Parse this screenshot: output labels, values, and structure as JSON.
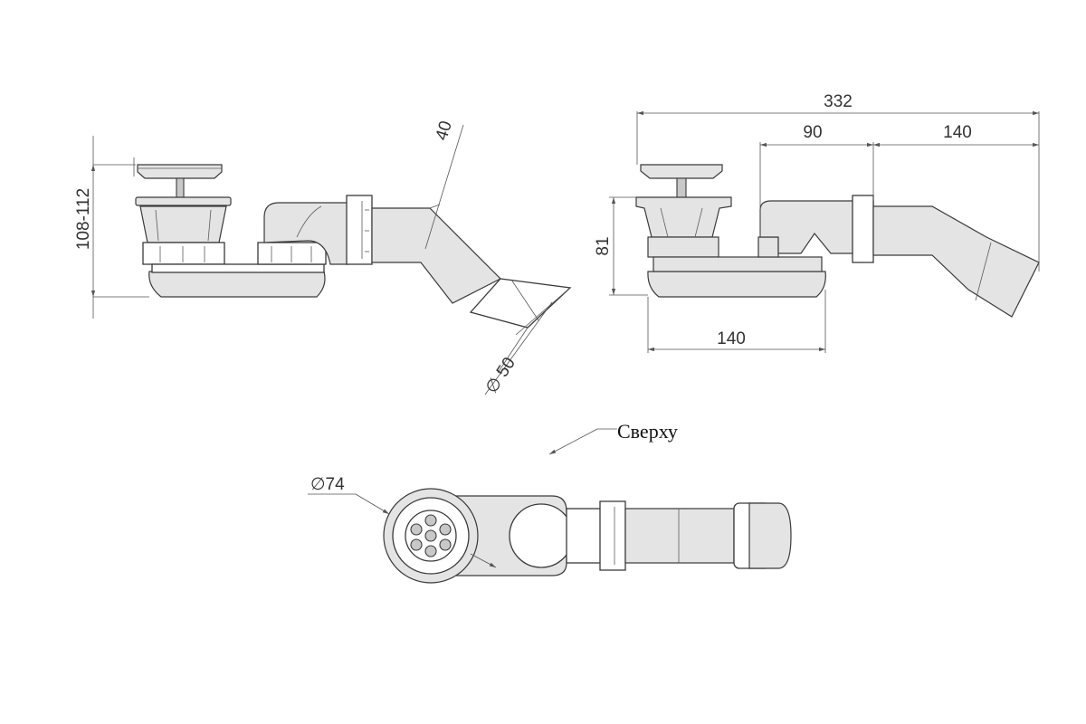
{
  "side_view": {
    "height_dim": "108-112",
    "outlet_offset_dim": "40",
    "outlet_diameter_dim": "∅ 50"
  },
  "section_view": {
    "total_length_dim": "332",
    "mid_length_dim": "90",
    "outlet_length_dim": "140",
    "height_dim": "81",
    "base_length_dim": "140"
  },
  "top_view": {
    "view_label": "Сверху",
    "drain_diameter_dim": "∅74"
  },
  "colors": {
    "line": "#3a3a3a",
    "fill_light": "#e4e4e4",
    "fill_mid": "#c8c8c8"
  }
}
